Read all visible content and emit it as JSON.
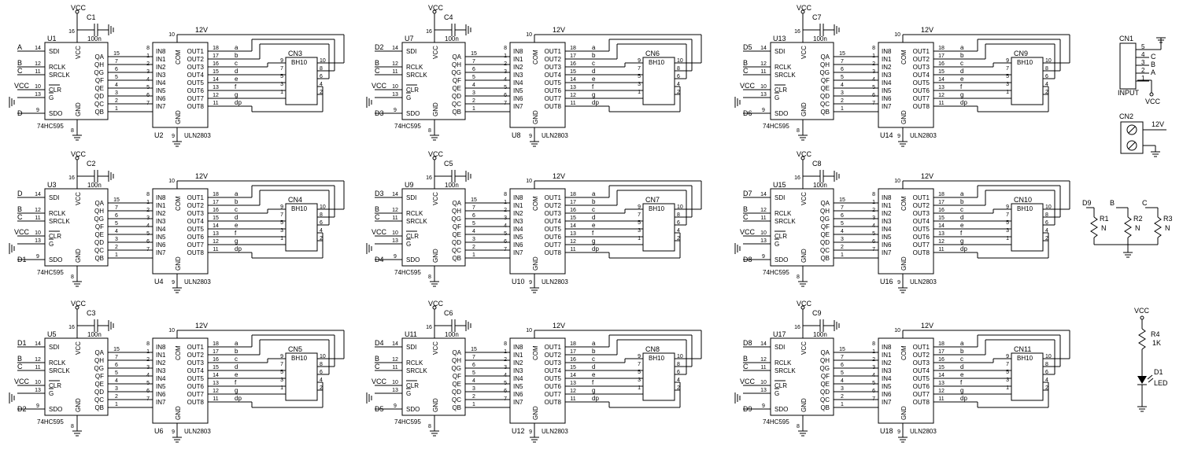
{
  "common": {
    "vcc": "VCC",
    "v12": "12V",
    "cap_value": "100n",
    "shift_part": "74HC595",
    "driver_part": "ULN2803",
    "conn_part": "BH10",
    "pin_vcc": "16",
    "pin_gnd": "8",
    "pin_com": "10",
    "pin_drv_gnd": "9",
    "sr_vcc_label": "VCC",
    "sr_gnd_label": "GND",
    "drv_com_label": "COM",
    "drv_gnd_label": "GND",
    "sr_left": [
      {
        "pin": "14",
        "label": "SDI"
      },
      {
        "pin": "12",
        "label": "RCLK"
      },
      {
        "pin": "11",
        "label": "SRCLK"
      },
      {
        "pin": "10",
        "label": "CLR"
      },
      {
        "pin": "13",
        "label": "G"
      },
      {
        "pin": "9",
        "label": "SDO"
      }
    ],
    "sr_right": [
      {
        "label": "QA",
        "pin": "15"
      },
      {
        "label": "QH",
        "pin": "7"
      },
      {
        "label": "QG",
        "pin": "6"
      },
      {
        "label": "QF",
        "pin": "5"
      },
      {
        "label": "QE",
        "pin": "4"
      },
      {
        "label": "QD",
        "pin": "3"
      },
      {
        "label": "QC",
        "pin": "2"
      },
      {
        "label": "QB",
        "pin": "1"
      }
    ],
    "drv_in": [
      {
        "pin": "8",
        "label": "IN8"
      },
      {
        "pin": "1",
        "label": "IN1"
      },
      {
        "pin": "2",
        "label": "IN2"
      },
      {
        "pin": "3",
        "label": "IN3"
      },
      {
        "pin": "4",
        "label": "IN4"
      },
      {
        "pin": "5",
        "label": "IN5"
      },
      {
        "pin": "6",
        "label": "IN6"
      },
      {
        "pin": "7",
        "label": "IN7"
      }
    ],
    "drv_out": [
      {
        "label": "OUT1",
        "pin": "18",
        "seg": "a"
      },
      {
        "label": "OUT2",
        "pin": "17",
        "seg": "b"
      },
      {
        "label": "OUT3",
        "pin": "16",
        "seg": "c"
      },
      {
        "label": "OUT4",
        "pin": "15",
        "seg": "d"
      },
      {
        "label": "OUT5",
        "pin": "14",
        "seg": "e"
      },
      {
        "label": "OUT6",
        "pin": "13",
        "seg": "f"
      },
      {
        "label": "OUT7",
        "pin": "12",
        "seg": "g"
      },
      {
        "label": "OUT8",
        "pin": "11",
        "seg": "dp"
      }
    ],
    "conn_left": [
      "9",
      "7",
      "5",
      "3",
      "1"
    ],
    "conn_right": [
      "10",
      "8",
      "6",
      "4",
      "2"
    ]
  },
  "stages": [
    {
      "sr": "U1",
      "drv": "U2",
      "cap": "C1",
      "conn": "CN3",
      "in": "A",
      "in_b": "B",
      "in_c": "C",
      "out": "D"
    },
    {
      "sr": "U7",
      "drv": "U8",
      "cap": "C4",
      "conn": "CN6",
      "in": "D2",
      "in_b": "B",
      "in_c": "C",
      "out": "D3"
    },
    {
      "sr": "U13",
      "drv": "U14",
      "cap": "C7",
      "conn": "CN9",
      "in": "D5",
      "in_b": "B",
      "in_c": "C",
      "out": "D6"
    },
    {
      "sr": "U3",
      "drv": "U4",
      "cap": "C2",
      "conn": "CN4",
      "in": "D",
      "in_b": "B",
      "in_c": "C",
      "out": "D1"
    },
    {
      "sr": "U9",
      "drv": "U10",
      "cap": "C5",
      "conn": "CN7",
      "in": "D3",
      "in_b": "B",
      "in_c": "C",
      "out": "D4"
    },
    {
      "sr": "U15",
      "drv": "U16",
      "cap": "C8",
      "conn": "CN10",
      "in": "D7",
      "in_b": "B",
      "in_c": "C",
      "out": "D8"
    },
    {
      "sr": "U5",
      "drv": "U6",
      "cap": "C3",
      "conn": "CN5",
      "in": "D1",
      "in_b": "B",
      "in_c": "C",
      "out": "D2"
    },
    {
      "sr": "U11",
      "drv": "U12",
      "cap": "C6",
      "conn": "CN8",
      "in": "D4",
      "in_b": "B",
      "in_c": "C",
      "out": "D5"
    },
    {
      "sr": "U17",
      "drv": "U18",
      "cap": "C9",
      "conn": "CN11",
      "in": "D8",
      "in_b": "B",
      "in_c": "C",
      "out": "D9"
    }
  ],
  "cn1": {
    "ref": "CN1",
    "label": "INPUT",
    "vcc": "VCC",
    "pins": [
      {
        "pin": "5",
        "net": ""
      },
      {
        "pin": "4",
        "net": "C"
      },
      {
        "pin": "3",
        "net": "B"
      },
      {
        "pin": "2",
        "net": "A"
      },
      {
        "pin": "1",
        "net": ""
      }
    ]
  },
  "cn2": {
    "ref": "CN2",
    "net": "12V"
  },
  "pulldowns": [
    {
      "net": "D9",
      "ref": "R1",
      "value": "N"
    },
    {
      "net": "B",
      "ref": "R2",
      "value": "N"
    },
    {
      "net": "C",
      "ref": "R3",
      "value": "N"
    }
  ],
  "led": {
    "vcc": "VCC",
    "r_ref": "R4",
    "r_value": "1K",
    "d_ref": "D1",
    "d_value": "LED"
  }
}
